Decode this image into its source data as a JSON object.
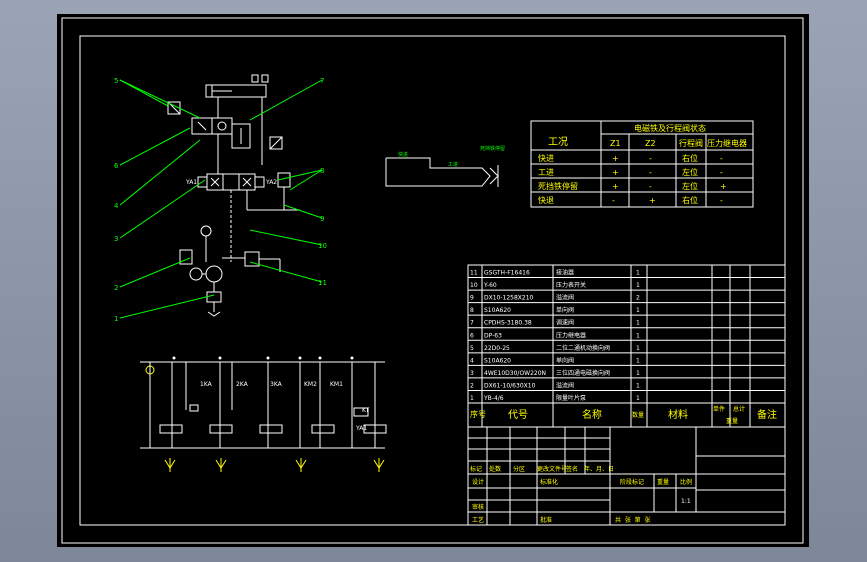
{
  "hydraulic": {
    "callouts_left": [
      "5",
      "6",
      "4",
      "3",
      "2",
      "1"
    ],
    "callouts_right": [
      "7",
      "8",
      "9",
      "10",
      "11"
    ],
    "valve_labels": [
      "YA1",
      "YA2"
    ],
    "motion_labels": {
      "left": "快进",
      "mid": "工进",
      "right": "死挡铁停留"
    }
  },
  "status_table": {
    "title": "电磁铁及行程阀状态",
    "header_col": "工况",
    "sub_headers": [
      "Z1",
      "Z2",
      "行程阀",
      "压力继电器"
    ],
    "rows": [
      {
        "name": "快进",
        "cells": [
          "+",
          "-",
          "右位",
          "-"
        ]
      },
      {
        "name": "工进",
        "cells": [
          "+",
          "-",
          "左位",
          "-"
        ]
      },
      {
        "name": "死挡铁停留",
        "cells": [
          "+",
          "-",
          "左位",
          "+"
        ]
      },
      {
        "name": "快退",
        "cells": [
          "-",
          "+",
          "右位",
          "-"
        ]
      }
    ]
  },
  "bom": {
    "rows": [
      {
        "no": "11",
        "code": "GSGTH-F16416",
        "name": "接油器",
        "qty": "1"
      },
      {
        "no": "10",
        "code": "Y-60",
        "name": "压力表开关",
        "qty": "1"
      },
      {
        "no": "9",
        "code": "DX10-1258X210",
        "name": "溢流阀",
        "qty": "2"
      },
      {
        "no": "8",
        "code": "S10A620",
        "name": "单向阀",
        "qty": "1"
      },
      {
        "no": "7",
        "code": "CPDHS-3180.38",
        "name": "调速阀",
        "qty": "1"
      },
      {
        "no": "6",
        "code": "DP-63",
        "name": "压力继电器",
        "qty": "1"
      },
      {
        "no": "5",
        "code": "22D0-25",
        "name": "二位二通机动换向阀",
        "qty": "1"
      },
      {
        "no": "4",
        "code": "S10A620",
        "name": "单向阀",
        "qty": "1"
      },
      {
        "no": "3",
        "code": "4WE10D30/OW220N",
        "name": "三位四通电磁换向阀",
        "qty": "1"
      },
      {
        "no": "2",
        "code": "DX61-10/630X10",
        "name": "溢流阀",
        "qty": "1"
      },
      {
        "no": "1",
        "code": "YB-4/6",
        "name": "限量叶片泵",
        "qty": "1"
      }
    ],
    "header": {
      "no": "序号",
      "code": "代号",
      "name": "名称",
      "qty": "数量",
      "material": "材料",
      "unit_weight": "单件",
      "total_weight": "总计",
      "weight": "重量",
      "remark": "备注"
    }
  },
  "title_block": {
    "row_labels": [
      "标记",
      "处数",
      "分区",
      "更改文件号",
      "签名",
      "年、月、日"
    ],
    "design": "设计",
    "standardize": "标准化",
    "stage_mark": "阶段标记",
    "weight": "重量",
    "scale": "比例",
    "scale_value": "1:1",
    "review": "审核",
    "process": "工艺",
    "approve": "批准",
    "sheets": "共  张  第  张"
  },
  "circuit": {
    "relay_labels": [
      "1KA",
      "2KA",
      "3KA",
      "KM2",
      "KM1",
      "KT",
      "YA1"
    ]
  }
}
